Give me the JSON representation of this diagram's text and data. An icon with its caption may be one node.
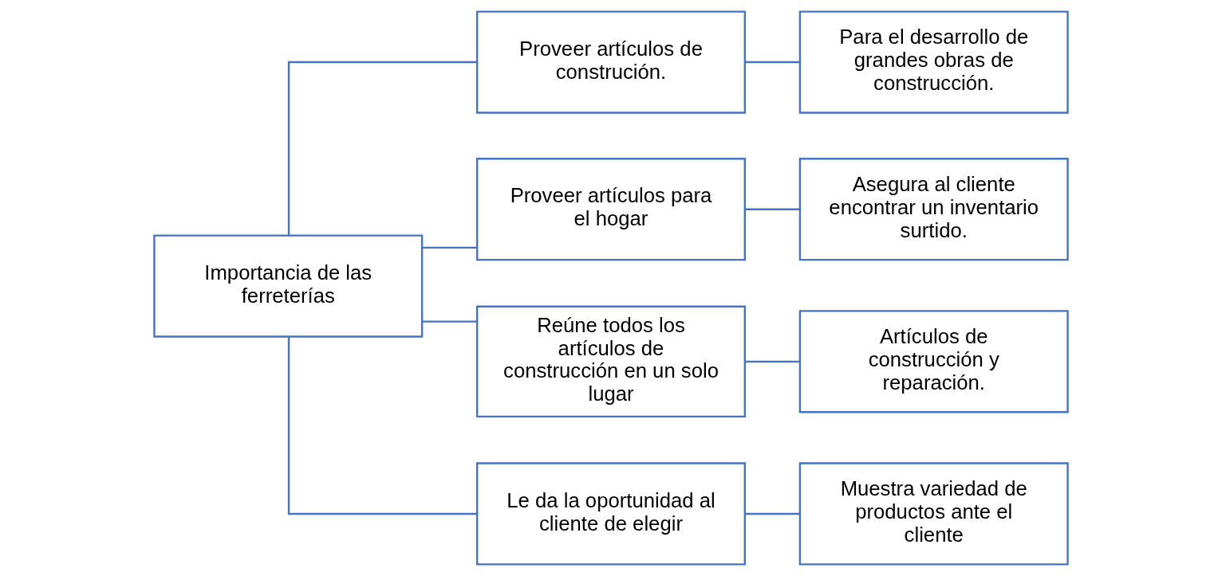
{
  "diagram": {
    "nodes": [
      {
        "text": [
          "Importancia de las ferreterías"
        ]
      },
      {
        "text": [
          "Proveer artículos de construción."
        ]
      },
      {
        "text": [
          "Proveer artículos para el hogar"
        ]
      },
      {
        "text": [
          "Reúne todos los artículos de construcción en un solo lugar"
        ]
      },
      {
        "text": [
          "Le da la oportunidad al cliente de elegir"
        ]
      },
      {
        "text": [
          "Para el desarrollo de grandes obras de construcción."
        ]
      },
      {
        "text": [
          "Asegura al cliente encontrar un inventario surtido."
        ]
      },
      {
        "text": [
          "Artículos de construcción y reparación."
        ]
      },
      {
        "text": [
          "Muestra variedad de productos ante el cliente"
        ]
      }
    ],
    "edges": [
      {
        "from": 0,
        "to": 1,
        "arrow": "none"
      },
      {
        "from": 0,
        "to": 2,
        "arrow": "none"
      },
      {
        "from": 0,
        "to": 3,
        "arrow": "none"
      },
      {
        "from": 0,
        "to": 4,
        "arrow": "none"
      },
      {
        "from": 1,
        "to": 5,
        "arrow": "none"
      },
      {
        "from": 2,
        "to": 6,
        "arrow": "none"
      },
      {
        "from": 3,
        "to": 7,
        "arrow": "none"
      },
      {
        "from": 4,
        "to": 8,
        "arrow": "none"
      }
    ]
  }
}
